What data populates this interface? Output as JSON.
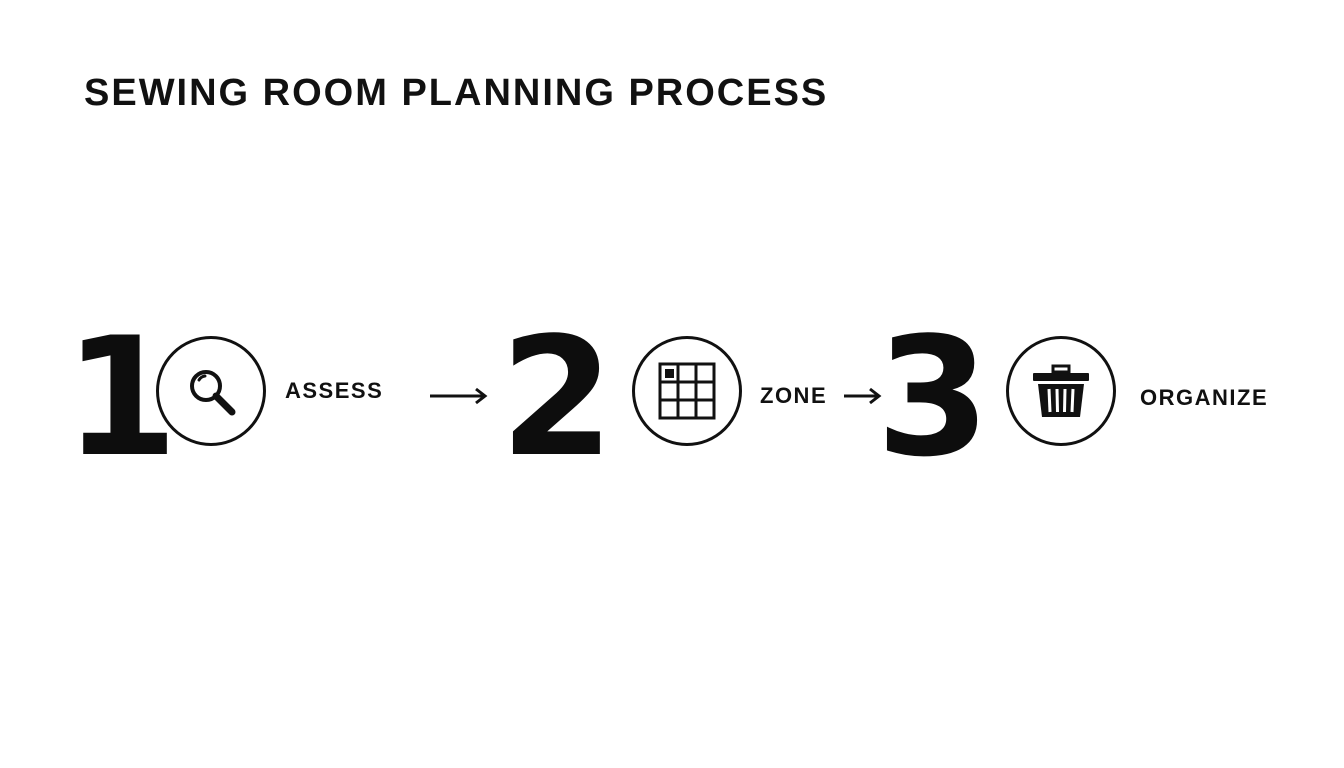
{
  "title": "SEWING ROOM PLANNING PROCESS",
  "steps": [
    {
      "number": "1",
      "icon": "magnifying-glass-icon",
      "label": "ASSESS"
    },
    {
      "number": "2",
      "icon": "grid-icon",
      "label": "ZONE"
    },
    {
      "number": "3",
      "icon": "basket-icon",
      "label": "ORGANIZE"
    }
  ],
  "colors": {
    "background": "#ffffff",
    "ink": "#111111"
  }
}
